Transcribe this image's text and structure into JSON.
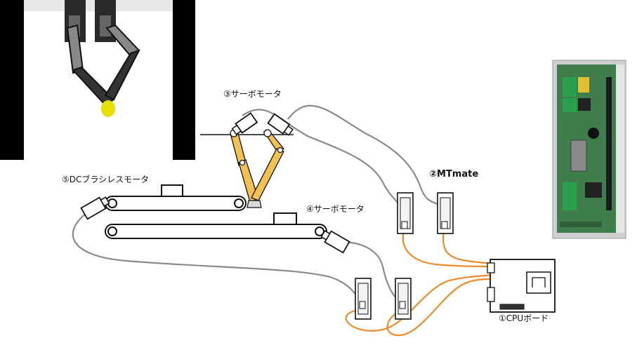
{
  "labels": {
    "servo_motor_3": "③サーボモータ",
    "servo_motor_4": "④サーボモータ",
    "dc_brushless_motor_5": "⑤DCブラシレスモータ",
    "mtmate_2": "②MTmate",
    "cpu_board_1": "①CPUボード"
  },
  "colors": {
    "cable_gray": "#8a8a8a",
    "cable_orange": "#f08a2a",
    "arm_yellow": "#f2c14e",
    "board_green": "#3f7d4d",
    "ball_yellow": "#e8e000"
  }
}
